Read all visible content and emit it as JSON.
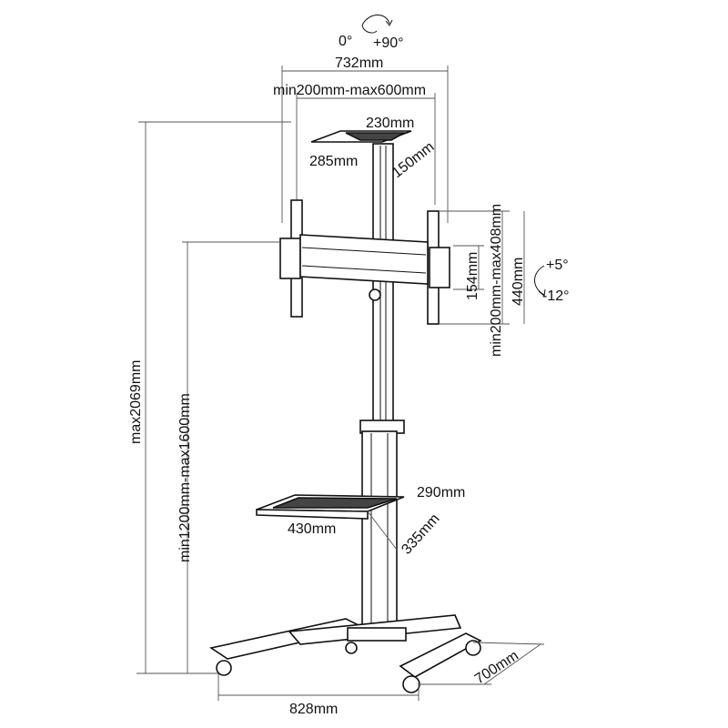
{
  "rotation": {
    "from": "0°",
    "to": "+90°"
  },
  "bracket": {
    "overall_width": "732mm",
    "vesa_horizontal": "min200mm-max600mm",
    "vesa_vertical": "min200mm-max408mm",
    "bracket_height": "154mm",
    "overall_height": "440mm"
  },
  "top_shelf": {
    "width": "230mm",
    "depth": "150mm",
    "length": "285mm"
  },
  "tilt": {
    "up": "+5°",
    "down": "-12°"
  },
  "heights": {
    "overall": "max2069mm",
    "center": "min1200mm-max1600mm"
  },
  "middle_shelf": {
    "depth": "290mm",
    "width": "430mm",
    "side": "335mm"
  },
  "base": {
    "width": "828mm",
    "depth": "700mm"
  }
}
